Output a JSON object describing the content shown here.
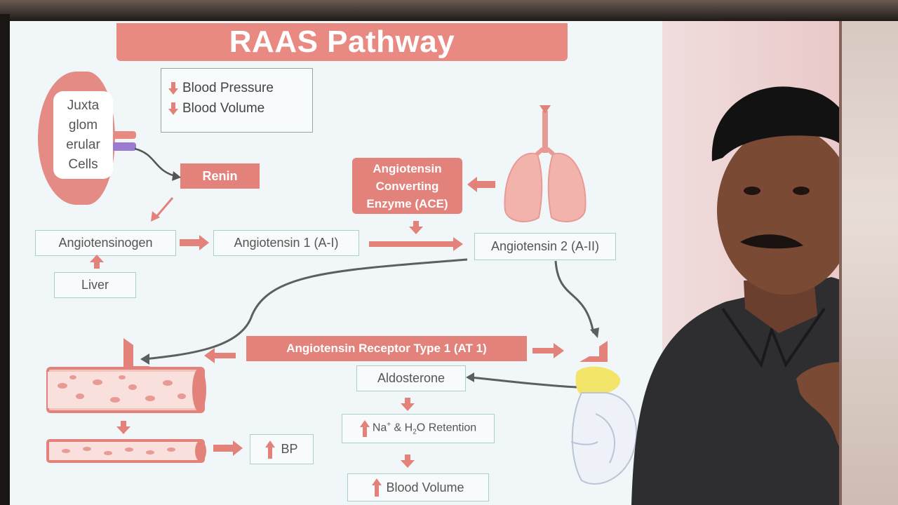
{
  "slide": {
    "title": "RAAS Pathway",
    "legend": {
      "line1": "Blood Pressure",
      "line2": "Blood Volume"
    },
    "jg_cells": [
      "Juxta",
      "glom",
      "erular",
      "Cells"
    ],
    "renin": "Renin",
    "ace": [
      "Angiotensin",
      "Converting",
      "Enzyme (ACE)"
    ],
    "angiotensinogen": "Angiotensinogen",
    "angiotensin1": "Angiotensin 1 (A-I)",
    "angiotensin2": "Angiotensin 2 (A-II)",
    "liver": "Liver",
    "at1": "Angiotensin Receptor Type 1 (AT 1)",
    "aldosterone": "Aldosterone",
    "na_retention_pre": "Na",
    "na_retention_sup": "+",
    "na_retention_mid": " & H",
    "na_retention_sub": "2",
    "na_retention_post": "O Retention",
    "bp": "BP",
    "blood_volume": "Blood Volume"
  },
  "colors": {
    "accent": "#e3827a",
    "box_border": "#a9cfc8",
    "arrow": "#e3827a",
    "curve": "#5a6060"
  }
}
